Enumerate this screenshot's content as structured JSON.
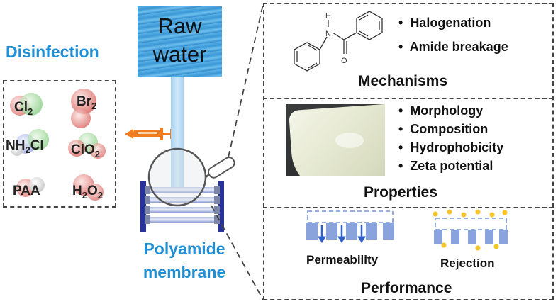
{
  "disinfection": {
    "title": "Disinfection",
    "agents": [
      {
        "main": "Cl",
        "sub": "2",
        "tail": ""
      },
      {
        "main": "Br",
        "sub": "2",
        "tail": ""
      },
      {
        "main": "NH",
        "sub": "2",
        "tail": "Cl"
      },
      {
        "main": "ClO",
        "sub": "2",
        "tail": ""
      },
      {
        "main": "PAA",
        "sub": "",
        "tail": ""
      },
      {
        "main": "H",
        "sub": "2",
        "tail": "O",
        "sub2": "2"
      }
    ]
  },
  "raw_water": {
    "line1": "Raw",
    "line2": "water"
  },
  "membrane": {
    "line1": "Polyamide",
    "line2": "membrane"
  },
  "mechanisms": {
    "title": "Mechanisms",
    "atom_h": "H",
    "atom_n": "N",
    "atom_o": "O",
    "items": [
      "Halogenation",
      "Amide breakage"
    ]
  },
  "properties": {
    "title": "Properties",
    "items": [
      "Morphology",
      "Composition",
      "Hydrophobicity",
      "Zeta potential"
    ]
  },
  "performance": {
    "title": "Performance",
    "labels": [
      "Permeability",
      "Rejection"
    ]
  },
  "colors": {
    "accent_blue": "#1f8fd6",
    "arrow_orange": "#f07c1e",
    "water_blue": "#4aa3dd",
    "membrane_blue": "#8aa3dc"
  }
}
